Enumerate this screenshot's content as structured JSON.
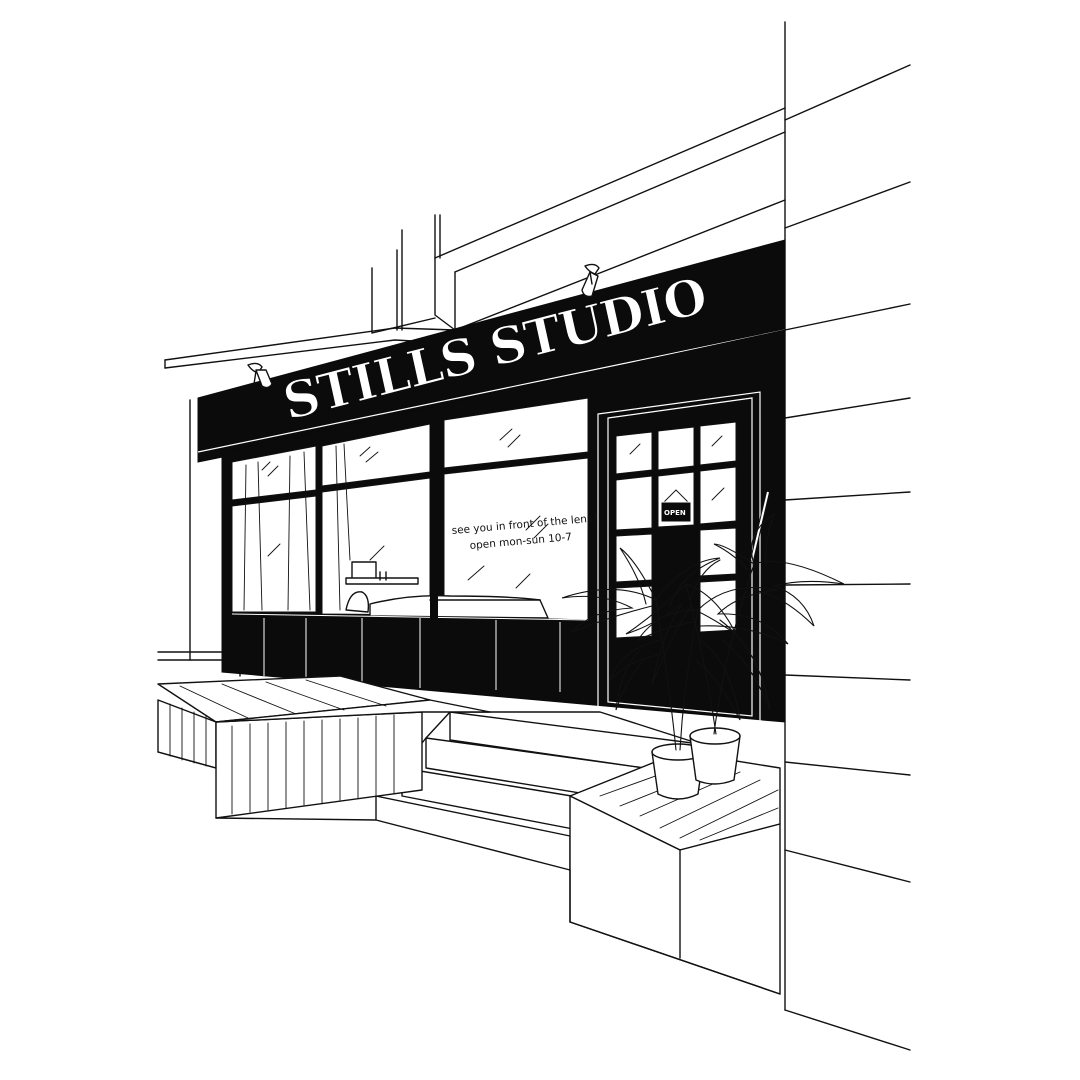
{
  "sign": {
    "name": "STILLS STUDIO"
  },
  "window": {
    "line1": "see you in front of the lens?",
    "line2": "open mon-sun 10-7"
  },
  "door_sign": {
    "label": "OPEN"
  },
  "colors": {
    "ink": "#0b0b0b",
    "paper": "#ffffff"
  }
}
